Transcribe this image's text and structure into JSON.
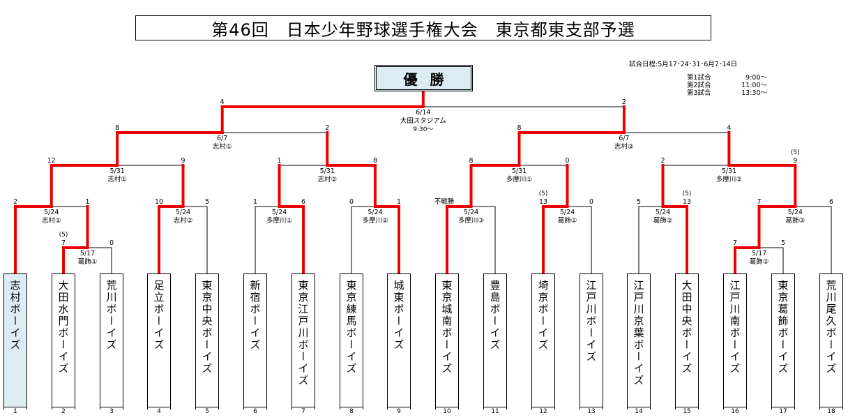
{
  "title": "第46回　日本少年野球選手権大会　東京都東支部予選",
  "schedule": {
    "dates": "試合日程:5月17･24･31･6月7･14日",
    "times": [
      {
        "game": "第1試合",
        "time": "9:00～"
      },
      {
        "game": "第2試合",
        "time": "11:00～"
      },
      {
        "game": "第3試合",
        "time": "13:30～"
      }
    ]
  },
  "champion_label": "優勝",
  "colors": {
    "winner_line": "#ee0000",
    "line": "#000000",
    "highlight_box": "#dbecf3"
  },
  "teams": [
    {
      "seed": "1",
      "name": "志村ボーイズ",
      "champion": true
    },
    {
      "seed": "2",
      "name": "大田水門ボーイズ"
    },
    {
      "seed": "3",
      "name": "荒川ボーイズ"
    },
    {
      "seed": "4",
      "name": "足立ボーイズ"
    },
    {
      "seed": "5",
      "name": "東京中央ボーイズ"
    },
    {
      "seed": "6",
      "name": "新宿ボーイズ"
    },
    {
      "seed": "7",
      "name": "東京江戸川ボーイズ"
    },
    {
      "seed": "8",
      "name": "東京練馬ボーイズ"
    },
    {
      "seed": "9",
      "name": "城東ボーイズ"
    },
    {
      "seed": "10",
      "name": "東京城南ボーイズ"
    },
    {
      "seed": "11",
      "name": "豊島ボーイズ"
    },
    {
      "seed": "12",
      "name": "埼京ボーイズ"
    },
    {
      "seed": "13",
      "name": "江戸川ボーイズ"
    },
    {
      "seed": "14",
      "name": "江戸川京葉ボーイズ"
    },
    {
      "seed": "15",
      "name": "大田中央ボーイズ"
    },
    {
      "seed": "16",
      "name": "江戸川南ボーイズ"
    },
    {
      "seed": "17",
      "name": "東京葛飾ボーイズ"
    },
    {
      "seed": "18",
      "name": "荒川尾久ボーイズ"
    }
  ],
  "matches": [
    {
      "id": "m1",
      "round": 1,
      "left": {
        "team": 2
      },
      "right": {
        "team": 3
      },
      "scoreL": "7",
      "scoreR": "0",
      "noteL": "(5)",
      "date": "5/17",
      "venue": "葛飾①",
      "winner": "L"
    },
    {
      "id": "m2",
      "round": 1,
      "left": {
        "team": 16
      },
      "right": {
        "team": 17
      },
      "scoreL": "7",
      "scoreR": "5",
      "date": "5/17",
      "venue": "葛飾②",
      "winner": "L"
    },
    {
      "id": "r2a",
      "round": 2,
      "left": {
        "team": 1
      },
      "right": {
        "match": "m1"
      },
      "scoreL": "2",
      "scoreR": "1",
      "date": "5/24",
      "venue": "志村①",
      "winner": "L"
    },
    {
      "id": "r2b",
      "round": 2,
      "left": {
        "team": 4
      },
      "right": {
        "team": 5
      },
      "scoreL": "10",
      "scoreR": "5",
      "date": "5/24",
      "venue": "志村②",
      "winner": "L"
    },
    {
      "id": "r2c",
      "round": 2,
      "left": {
        "team": 6
      },
      "right": {
        "team": 7
      },
      "scoreL": "1",
      "scoreR": "6",
      "date": "5/24",
      "venue": "多摩川①",
      "winner": "R"
    },
    {
      "id": "r2d",
      "round": 2,
      "left": {
        "team": 8
      },
      "right": {
        "team": 9
      },
      "scoreL": "0",
      "scoreR": "1",
      "date": "5/24",
      "venue": "多摩川②",
      "winner": "R"
    },
    {
      "id": "r2e",
      "round": 2,
      "left": {
        "team": 10
      },
      "right": {
        "team": 11
      },
      "scoreL": "不戦勝",
      "scoreR": "",
      "date": "5/24",
      "venue": "多摩川③",
      "winner": "L"
    },
    {
      "id": "r2f",
      "round": 2,
      "left": {
        "team": 12
      },
      "right": {
        "team": 13
      },
      "scoreL": "13",
      "scoreR": "0",
      "noteL": "(5)",
      "date": "5/24",
      "venue": "葛飾①",
      "winner": "L"
    },
    {
      "id": "r2g",
      "round": 2,
      "left": {
        "team": 14
      },
      "right": {
        "team": 15
      },
      "scoreL": "5",
      "scoreR": "13",
      "noteR": "(5)",
      "date": "5/24",
      "venue": "葛飾②",
      "winner": "R"
    },
    {
      "id": "r2h",
      "round": 2,
      "left": {
        "match": "m2"
      },
      "right": {
        "team": 18
      },
      "scoreL": "7",
      "scoreR": "6",
      "date": "5/24",
      "venue": "葛飾③",
      "winner": "L"
    },
    {
      "id": "qf1",
      "round": 3,
      "left": {
        "match": "r2a"
      },
      "right": {
        "match": "r2b"
      },
      "scoreL": "12",
      "scoreR": "9",
      "date": "5/31",
      "venue": "志村①",
      "winner": "L"
    },
    {
      "id": "qf2",
      "round": 3,
      "left": {
        "match": "r2c"
      },
      "right": {
        "match": "r2d"
      },
      "scoreL": "1",
      "scoreR": "8",
      "date": "5/31",
      "venue": "志村②",
      "winner": "R"
    },
    {
      "id": "qf3",
      "round": 3,
      "left": {
        "match": "r2e"
      },
      "right": {
        "match": "r2f"
      },
      "scoreL": "8",
      "scoreR": "0",
      "date": "5/31",
      "venue": "多摩川①",
      "winner": "L"
    },
    {
      "id": "qf4",
      "round": 3,
      "left": {
        "match": "r2g"
      },
      "right": {
        "match": "r2h"
      },
      "scoreL": "2",
      "scoreR": "9",
      "noteR": "(5)",
      "date": "5/31",
      "venue": "多摩川②",
      "winner": "R"
    },
    {
      "id": "sf1",
      "round": 4,
      "left": {
        "match": "qf1"
      },
      "right": {
        "match": "qf2"
      },
      "scoreL": "8",
      "scoreR": "2",
      "date": "6/7",
      "venue": "志村①",
      "winner": "L"
    },
    {
      "id": "sf2",
      "round": 4,
      "left": {
        "match": "qf3"
      },
      "right": {
        "match": "qf4"
      },
      "scoreL": "8",
      "scoreR": "4",
      "date": "6/7",
      "venue": "志村②",
      "winner": "L"
    },
    {
      "id": "final",
      "round": 5,
      "left": {
        "match": "sf1"
      },
      "right": {
        "match": "sf2"
      },
      "scoreL": "4",
      "scoreR": "2",
      "date": "6/14",
      "venue": "大田スタジアム",
      "time": "9:30～",
      "winner": "L"
    }
  ]
}
